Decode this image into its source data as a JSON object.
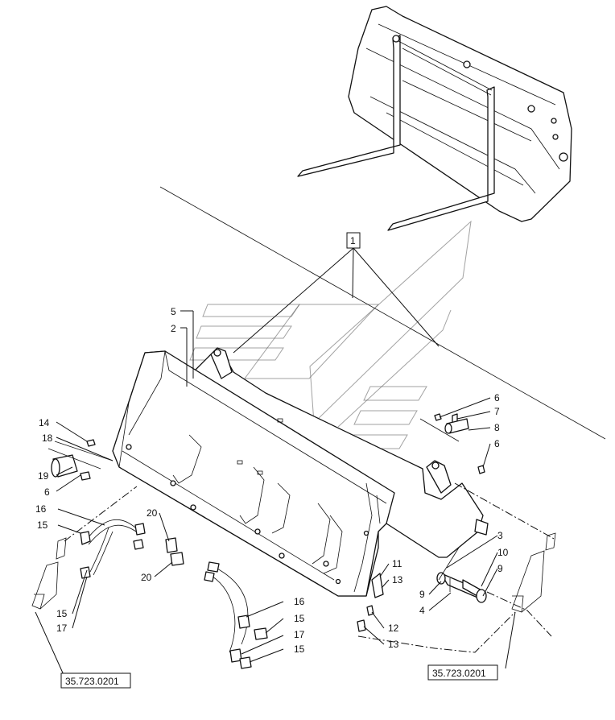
{
  "diagram": {
    "callouts": [
      {
        "id": "c1",
        "text": "1"
      },
      {
        "id": "c2",
        "text": "2"
      },
      {
        "id": "c3",
        "text": "3"
      },
      {
        "id": "c4",
        "text": "4"
      },
      {
        "id": "c5",
        "text": "5"
      },
      {
        "id": "c6a",
        "text": "6"
      },
      {
        "id": "c6b",
        "text": "6"
      },
      {
        "id": "c6c",
        "text": "6"
      },
      {
        "id": "c7",
        "text": "7"
      },
      {
        "id": "c8",
        "text": "8"
      },
      {
        "id": "c9a",
        "text": "9"
      },
      {
        "id": "c9b",
        "text": "9"
      },
      {
        "id": "c10",
        "text": "10"
      },
      {
        "id": "c11",
        "text": "11"
      },
      {
        "id": "c12",
        "text": "12"
      },
      {
        "id": "c13a",
        "text": "13"
      },
      {
        "id": "c13b",
        "text": "13"
      },
      {
        "id": "c14",
        "text": "14"
      },
      {
        "id": "c15a",
        "text": "15"
      },
      {
        "id": "c15b",
        "text": "15"
      },
      {
        "id": "c15c",
        "text": "15"
      },
      {
        "id": "c15d",
        "text": "15"
      },
      {
        "id": "c16a",
        "text": "16"
      },
      {
        "id": "c16b",
        "text": "16"
      },
      {
        "id": "c17a",
        "text": "17"
      },
      {
        "id": "c17b",
        "text": "17"
      },
      {
        "id": "c18",
        "text": "18"
      },
      {
        "id": "c19",
        "text": "19"
      },
      {
        "id": "c20a",
        "text": "20"
      },
      {
        "id": "c20b",
        "text": "20"
      }
    ],
    "references": [
      {
        "id": "ref_left",
        "text": "35.723.0201"
      },
      {
        "id": "ref_right",
        "text": "35.723.0201"
      }
    ]
  }
}
